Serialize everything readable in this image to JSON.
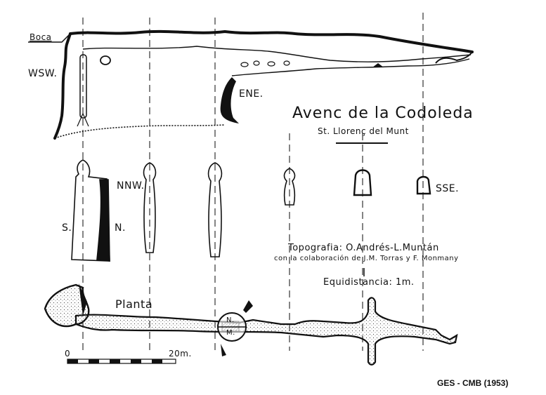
{
  "title": "Avenc de la Codoleda",
  "subtitle": "St. Llorenç del Munt",
  "credits": {
    "topography": "Topografia: O.Andrés-L.Muntán",
    "collaboration": "con la colaboración de J.M. Torras y F. Monmany",
    "equidistance": "Equidistancia: 1m."
  },
  "labels": {
    "entrance": "Boca",
    "wsw": "WSW.",
    "ene": "ENE.",
    "nnw": "NNW.",
    "sse": "SSE.",
    "south": "S.",
    "north": "N.",
    "plan": "Planta"
  },
  "compass": {
    "north": "N.",
    "magnetic": "M."
  },
  "scale": {
    "start": "0",
    "end": "20m."
  },
  "source_credit": "GES - CMB (1953)",
  "colors": {
    "ink": "#111111",
    "paper": "#ffffff",
    "guide": "#333333"
  }
}
